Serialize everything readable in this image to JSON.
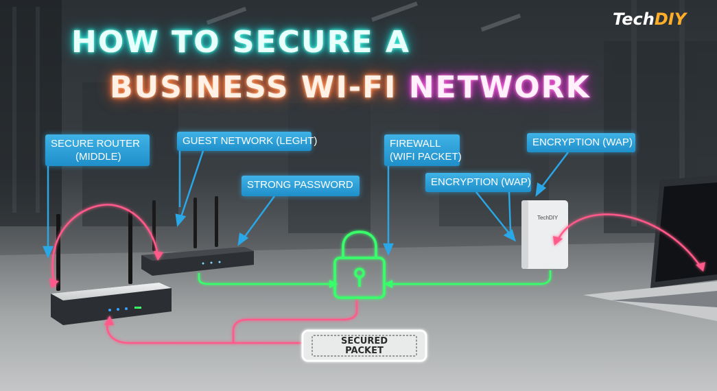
{
  "title": {
    "line1": "HOW TO SECURE A",
    "line2_part1": "BUSINESS WI-FI",
    "line2_part2": " NETWORK"
  },
  "brand": {
    "name_part1": "Tech",
    "name_part2": "DIY",
    "accent_color": "#ffae2a"
  },
  "device_brand": "TechDIY",
  "labels": {
    "secure_router": [
      "SECURE ROUTER",
      "(MIDDLE)"
    ],
    "guest_network": "GUEST NETWORK (LEGHT)",
    "strong_password": "STRONG PASSWORD",
    "firewall": [
      "FIREWALL",
      "(WIFI PACKET)"
    ],
    "encryption_left": "ENCRYPTION (WAP)",
    "encryption_right": "ENCRYPTION (WAP)"
  },
  "packet": {
    "line1": "SECURED",
    "line2": "PACKET"
  },
  "icons": {
    "lock": "padlock-icon"
  },
  "colors": {
    "title_cyan": "#22e0d0",
    "title_orange": "#ff7a3c",
    "title_magenta": "#f040d0",
    "label_blue": "#2a9fd8",
    "neon_green": "#39ff6a",
    "neon_pink": "#ff5a8a"
  }
}
